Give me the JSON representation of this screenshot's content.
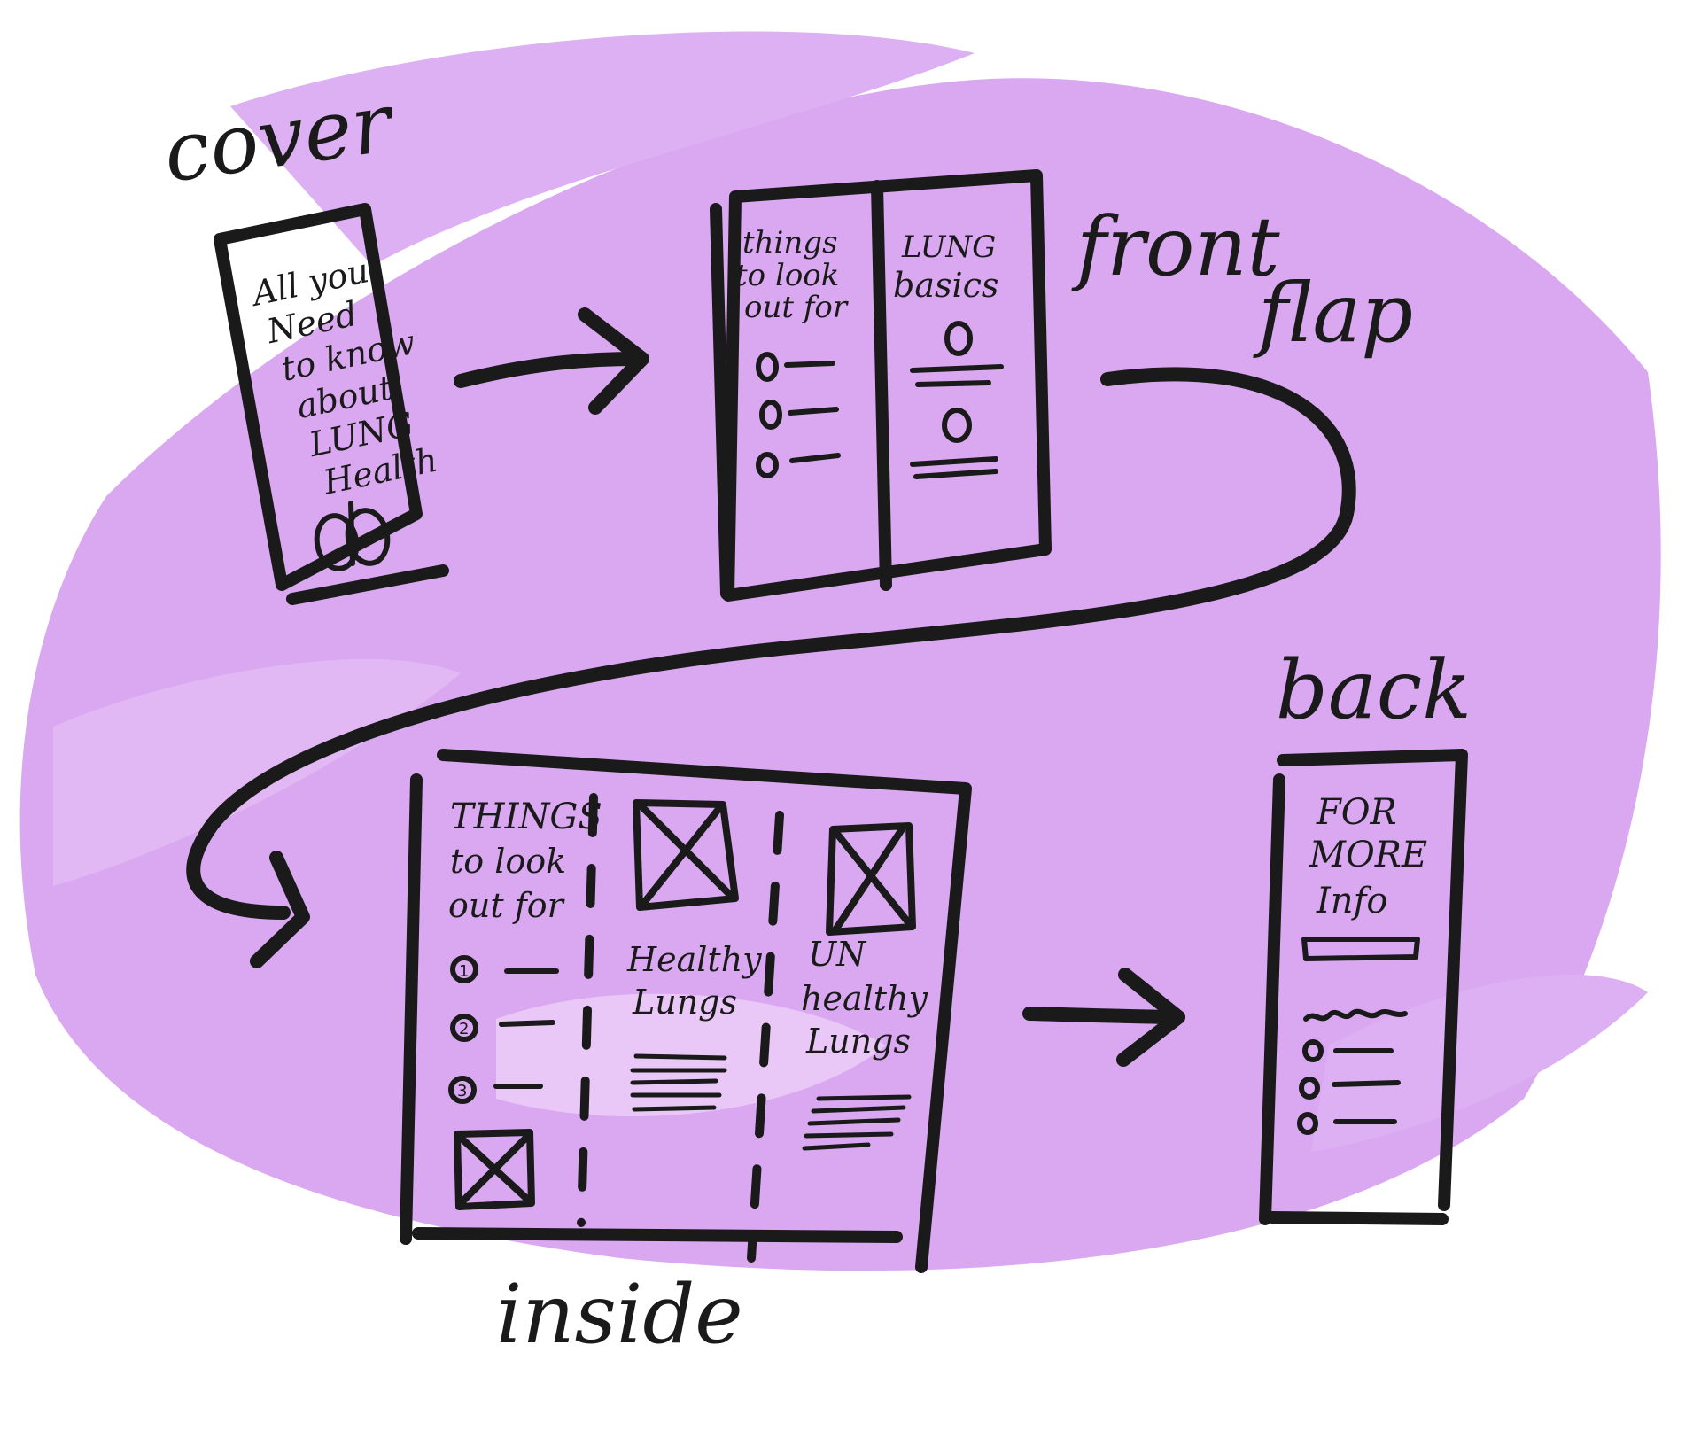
{
  "colors": {
    "wash": "#d9a8f0",
    "wash_light": "#e7c4f6",
    "ink": "#1a1a1a",
    "background": "#ffffff"
  },
  "labels": {
    "cover": "cover",
    "front_flap_line1": "front",
    "front_flap_line2": "flap",
    "back": "back",
    "inside": "inside"
  },
  "cover_panel": {
    "lines": [
      "All you",
      "Need",
      "to know",
      "about",
      "LUNG",
      "Health"
    ],
    "icon": "lungs-icon"
  },
  "front_flap_panel": {
    "left_heading": [
      "things",
      "to look",
      "out for"
    ],
    "right_heading": [
      "LUNG",
      "basics"
    ]
  },
  "inside_panel": {
    "col1_heading": [
      "THINGS",
      "to look",
      "out for"
    ],
    "col1_numbers": [
      "1",
      "2",
      "3"
    ],
    "col2_heading": [
      "Healthy",
      "Lungs"
    ],
    "col3_heading": [
      "UN",
      "healthy",
      "Lungs"
    ]
  },
  "back_panel": {
    "heading": [
      "FOR",
      "MORE",
      "Info"
    ]
  }
}
